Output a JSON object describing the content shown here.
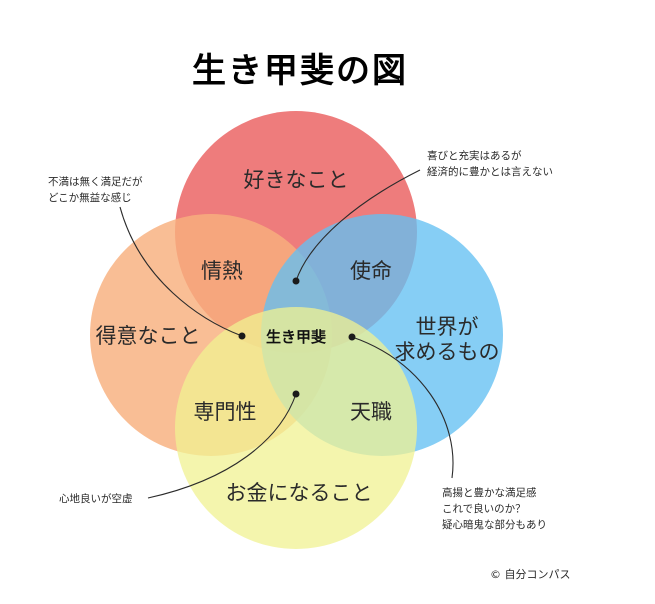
{
  "title": "生き甲斐の図",
  "circles": {
    "love": {
      "label": "好きなこと",
      "color": "#ec6a6a"
    },
    "good": {
      "label": "得意なこと",
      "color": "#f8b07e"
    },
    "world": {
      "label_line1": "世界が",
      "label_line2": "求めるもの",
      "color": "#64c0f2"
    },
    "paid": {
      "label": "お金になること",
      "color": "#f0f291"
    }
  },
  "overlaps": {
    "passion": "情熱",
    "mission": "使命",
    "profession": "専門性",
    "vocation": "天職",
    "center": "生き甲斐"
  },
  "notes": {
    "top_left": [
      "不満は無く満足だが",
      "どこか無益な感じ"
    ],
    "top_right": [
      "喜びと充実はあるが",
      "経済的に豊かとは言えない"
    ],
    "bottom_left": [
      "心地良いが空虚"
    ],
    "bottom_right": [
      "高揚と豊かな満足感",
      "これで良いのか？",
      "疑心暗鬼な部分もあり"
    ]
  },
  "credit": "© 自分コンパス"
}
